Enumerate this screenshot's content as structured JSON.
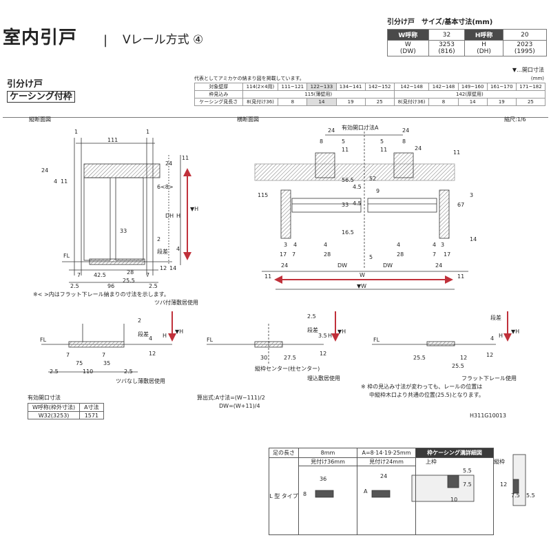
{
  "header": {
    "title": "室内引戸",
    "separator": "|",
    "subtitle": "Vレール方式",
    "subtitle_mark": "④"
  },
  "spec": {
    "caption": "引分け戸　サイズ/基本寸法(mm)",
    "w_label": "W呼称",
    "w_value": "32",
    "h_label": "H呼称",
    "h_value": "20",
    "w_sym": "W",
    "w_sym2": "(DW)",
    "w_num": "3253",
    "w_num2": "(816)",
    "h_sym": "H",
    "h_sym2": "(DH)",
    "h_num": "2023",
    "h_num2": "(1995)"
  },
  "open_note": "▼…開口寸法",
  "badge": {
    "top": "引分け戸",
    "box": "ケーシング付枠"
  },
  "wall_table": {
    "note": "代表としてアミカケの納まり図を掲載しています。",
    "unit": "(mm)",
    "row1_label": "対象壁厚",
    "row1": [
      "114(2×4用)",
      "111~121",
      "122~133",
      "134~141",
      "142~152",
      "142~148",
      "142~148",
      "149~160",
      "161~170",
      "171~182"
    ],
    "row2_label": "枠見込み",
    "row2": [
      "115(薄壁用)",
      "142(厚壁用)"
    ],
    "row3_label": "ケーシング見長さ",
    "row3": [
      "8(見付け36)",
      "8",
      "14",
      "19",
      "25",
      "8(見付け36)",
      "8",
      "14",
      "19",
      "25"
    ]
  },
  "labels": {
    "vert": "縦断面図",
    "horiz": "横断面図",
    "scale": "縮尺:1/6",
    "effective": "有効開口寸法A",
    "flat_note": "※< >内はフラット下レール納まりの寸法を示します。",
    "tsuba_on": "ツバ付薄敷居使用",
    "tsuba_off": "ツバなし薄敷居使用",
    "center": "縦枠センター(柱センター)",
    "embed": "埋込敷居使用",
    "flat_rail": "フラット下レール使用",
    "note2a": "※ 枠の見込み寸法が変わっても、レールの位置は",
    "note2b": "中縦枠木口より共通の位置(25.5)となります。",
    "formula1": "算出式:A寸法=(W−111)/2",
    "formula2": "DW=(W+11)/4",
    "code": "H311G10013",
    "fl": "FL",
    "step": "段差",
    "w_arrow": "▼W",
    "h_arrow": "▼H",
    "w": "W",
    "h": "H",
    "dh": "DH",
    "dw": "DW"
  },
  "dims": {
    "d111": "111",
    "d24": "24",
    "d11": "11",
    "d4": "4",
    "d1": "1",
    "d6_8": "6<8>",
    "d33": "33",
    "d2": "2",
    "d12": "12",
    "d14": "14",
    "d7": "7",
    "d425": "42.5",
    "d28": "28",
    "d255": "25.5",
    "d96": "96",
    "d25": "2.5",
    "d8": "8",
    "d5": "5",
    "d565": "56.5",
    "d45": "4.5",
    "d52": "52",
    "d9": "9",
    "d165": "16.5",
    "d3": "3",
    "d67": "67",
    "d17": "17",
    "d115": "115",
    "d75": "75",
    "d35": "35",
    "d110": "110",
    "d30": "30",
    "d275": "27.5",
    "d36": "36",
    "dA": "A"
  },
  "eff_table": {
    "title": "有効開口寸法",
    "h1": "W呼称(枠外寸法)",
    "h2": "A寸法",
    "v1": "W32(3253)",
    "v2": "1571"
  },
  "foot_table": {
    "c1": "足の長さ",
    "c2": "8mm",
    "c3": "A=8·14·19·25mm",
    "dark": "枠ケーシング溝詳細図",
    "m1": "見付け36mm",
    "m2": "見付け24mm",
    "type": "L 型\nタイプ",
    "upper": "上枠",
    "vert": "縦枠",
    "n55": "5.5",
    "n75": "7.5",
    "n10": "10",
    "n12": "12"
  },
  "colors": {
    "accent": "#c0303a",
    "hatch": "#8a8a8a",
    "line": "#333333"
  }
}
